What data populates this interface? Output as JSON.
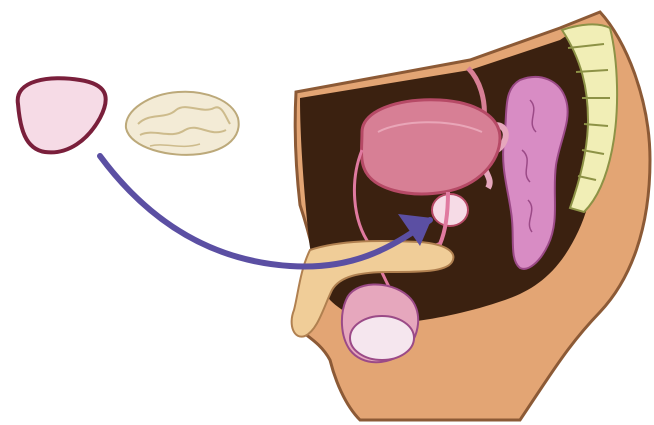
{
  "diagram": {
    "description_visible_text": "",
    "colors": {
      "background": "#ffffff",
      "skin": "#e3a574",
      "skin_outline": "#8c5a36",
      "cavity": "#3b2110",
      "bladder": "#d77f95",
      "bladder_outline": "#b64a66",
      "prostate_pink": "#f6dbe6",
      "prostate_outline": "#7a1f3b",
      "walnut": "#f3ebd6",
      "walnut_outline": "#bca97a",
      "rectum": "#d88cc4",
      "rectum_outline": "#9b4a87",
      "spine_bone": "#f1eeb6",
      "spine_outline": "#8d9246",
      "penis_shaft": "#f0cd98",
      "urethra": "#e07aa0",
      "testis": "#f5e6ee",
      "arrow": "#5b4fa3"
    },
    "parts": [
      "prostate-illustration",
      "walnut-illustration",
      "arrow-pointer",
      "pelvis-cross-section",
      "bladder",
      "prostate-in-situ",
      "rectum",
      "spine",
      "penis",
      "testis"
    ]
  }
}
